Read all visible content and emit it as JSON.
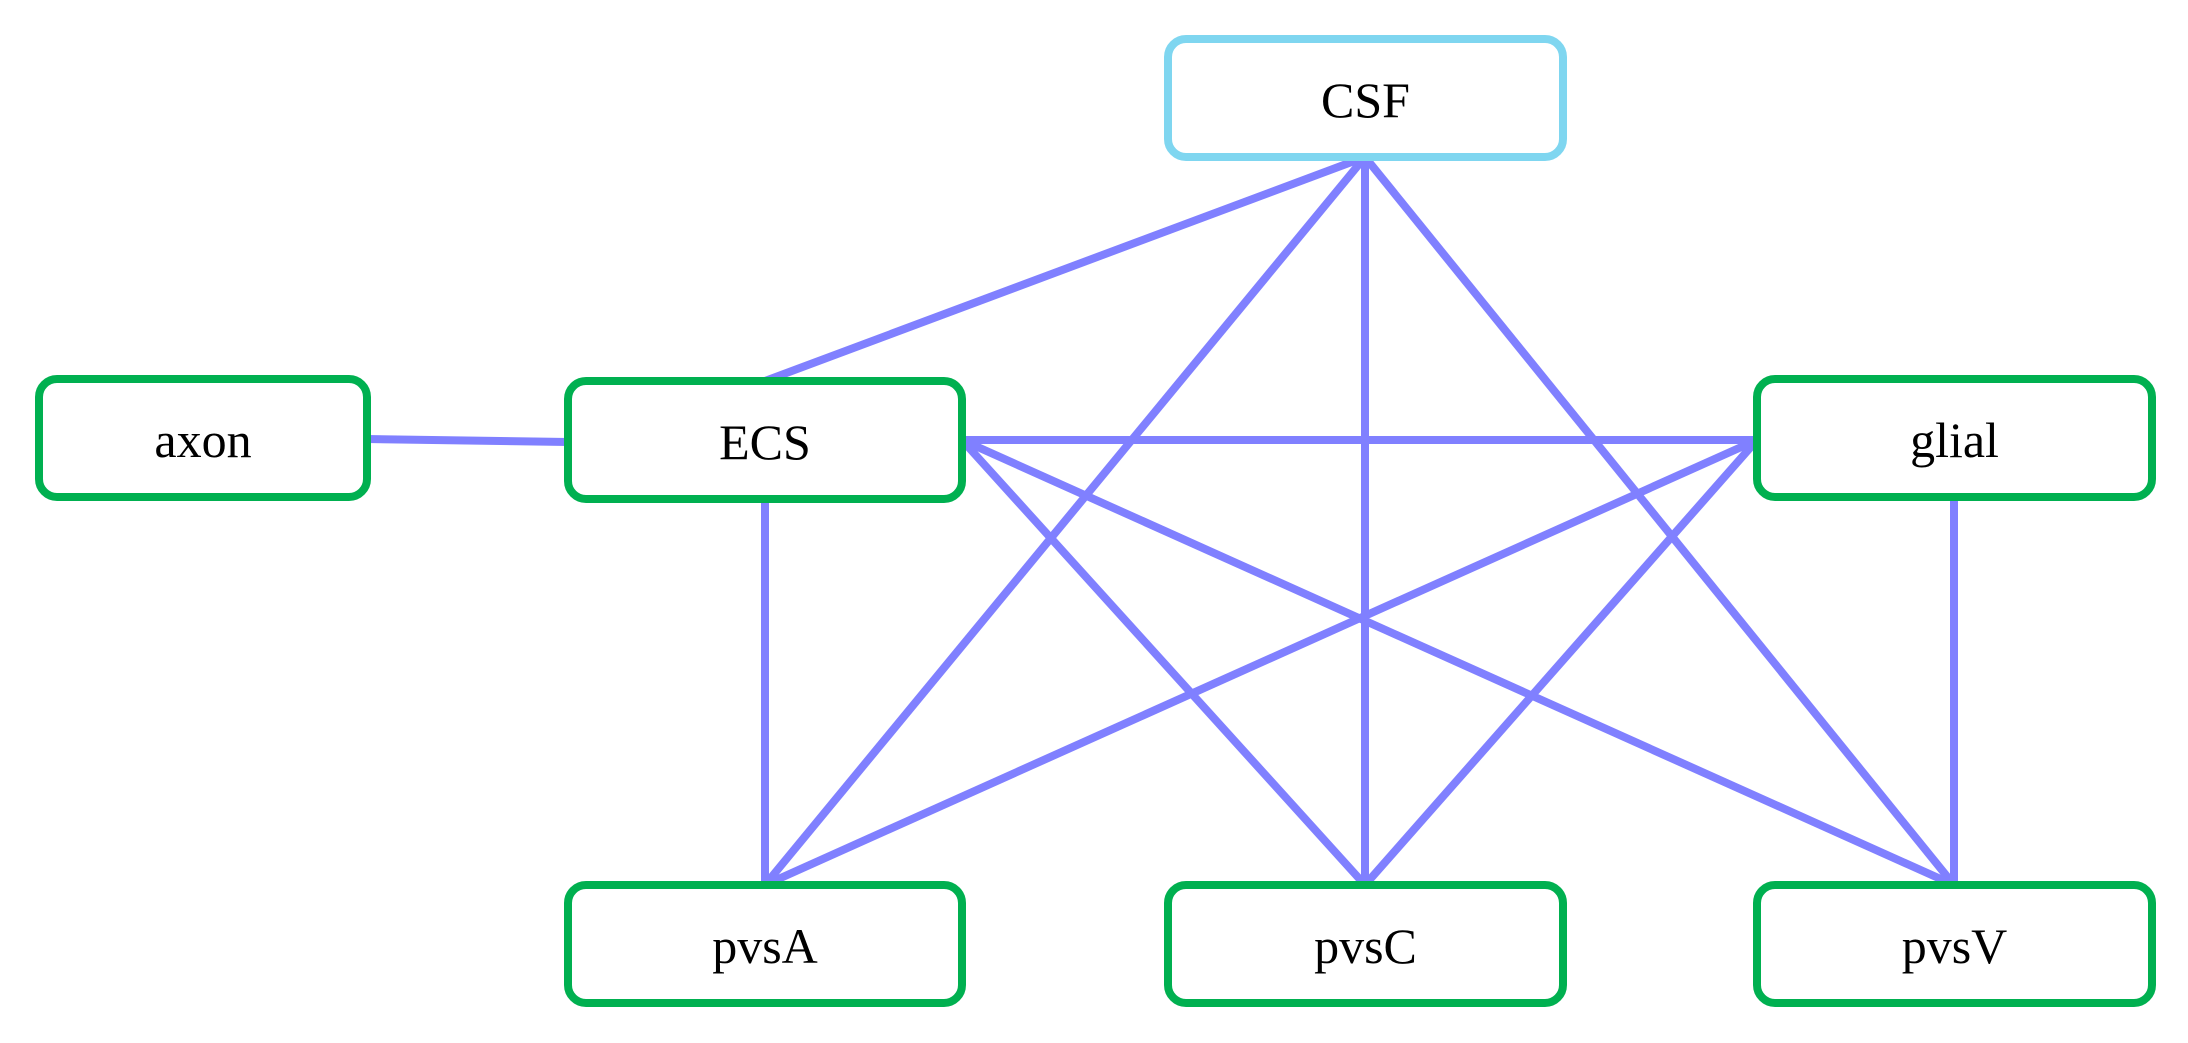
{
  "colors": {
    "edge": "#8080ff",
    "node_border_default": "#00b050",
    "node_border_highlight": "#7fd6f0"
  },
  "nodes": {
    "csf": {
      "label": "CSF",
      "border": "highlight"
    },
    "axon": {
      "label": "axon",
      "border": "default"
    },
    "ecs": {
      "label": "ECS",
      "border": "default"
    },
    "glial": {
      "label": "glial",
      "border": "default"
    },
    "pvsa": {
      "label": "pvsA",
      "border": "default"
    },
    "pvsc": {
      "label": "pvsC",
      "border": "default"
    },
    "pvsv": {
      "label": "pvsV",
      "border": "default"
    }
  },
  "edges": [
    {
      "from": "axon",
      "to": "ecs"
    },
    {
      "from": "ecs",
      "to": "csf"
    },
    {
      "from": "ecs",
      "to": "glial"
    },
    {
      "from": "ecs",
      "to": "pvsa"
    },
    {
      "from": "ecs",
      "to": "pvsc"
    },
    {
      "from": "ecs",
      "to": "pvsv"
    },
    {
      "from": "csf",
      "to": "pvsa"
    },
    {
      "from": "csf",
      "to": "pvsc"
    },
    {
      "from": "csf",
      "to": "pvsv"
    },
    {
      "from": "glial",
      "to": "pvsa"
    },
    {
      "from": "glial",
      "to": "pvsc"
    },
    {
      "from": "glial",
      "to": "pvsv"
    }
  ]
}
